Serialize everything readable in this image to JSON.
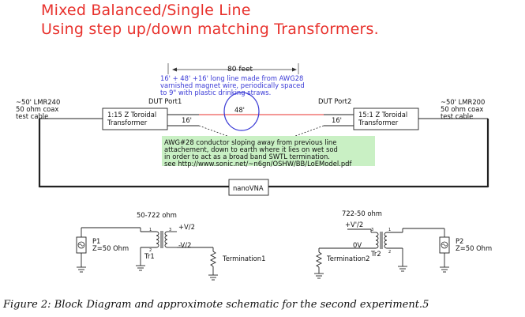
{
  "title": {
    "line1": "Mixed Balanced/Single Line",
    "line2": "Using step up/down matching Transformers."
  },
  "caption": "Figure 2: Block Diagram and approximote schematic for the second experiment.5",
  "block": {
    "span": "80 feet",
    "wire_note": [
      "16' + 48' +16' long  line made from AWG28",
      "varnished magnet wire, periodically spaced",
      "to 9\" with plastic drinking straws."
    ],
    "left_cable": [
      "~50' LMR240",
      "50 ohm coax",
      "test cable"
    ],
    "right_cable": [
      "~50' LMR200",
      "50 ohm coax",
      "test cable"
    ],
    "dut_port1": "DUT Port1",
    "dut_port2": "DUT Port2",
    "left_xfmr": [
      "1:15 Z Toroidal",
      "Transformer"
    ],
    "right_xfmr": [
      "15:1 Z Toroidal",
      "Transformer"
    ],
    "seg_left": "16'",
    "seg_mid": "48'",
    "seg_right": "16'",
    "term_note": [
      "AWG#28 conductor sloping away from previous line",
      "attachement, down to earth where it lies on wet sod",
      "in order to act as a broad band SWTL termination.",
      "see http://www.sonic.net/~n6gn/OSHW/BB/LoEModel.pdf"
    ],
    "vna": "nanoVNA"
  },
  "schematic": {
    "left": {
      "ratio": "50-722 ohm",
      "port_name": "P1",
      "port_z": "Z=50 Ohm",
      "plus": "+V/2",
      "minus": "-V/2",
      "tr": "Tr1",
      "term": "Termination1",
      "pin1": "1",
      "pin2": "2",
      "pin3": "3"
    },
    "right": {
      "ratio": "722-50 ohm",
      "port_name": "P2",
      "port_z": "Z=50 Ohm",
      "plus": "+V'/2",
      "zero": "0V",
      "tr": "Tr2",
      "term": "Termination2",
      "pin1": "1",
      "pin2": "2",
      "pin3": "3"
    }
  },
  "colors": {
    "title": "#e8322d",
    "wire_note": "#3b3bd6",
    "balanced_line": "#e8322d",
    "loop": "#3b3bd6",
    "term_note_bg": "#c9f0c4"
  }
}
